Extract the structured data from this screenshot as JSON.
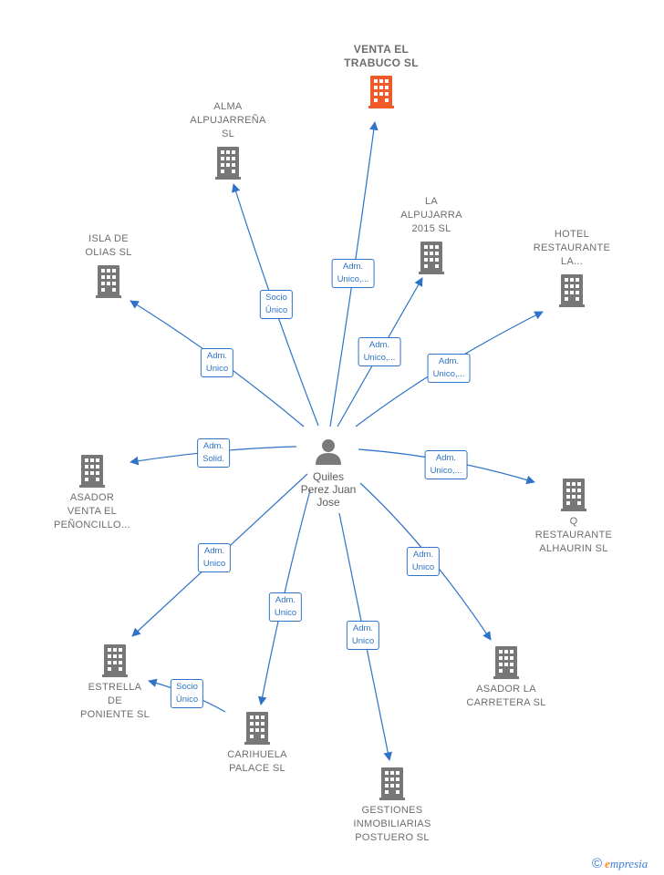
{
  "colors": {
    "edge": "#2e73c7",
    "building": "#777777",
    "main_building": "#f05a28",
    "person": "#7a7a7a"
  },
  "person": {
    "name": "Quiles\nPerez Juan\nJose",
    "icon": "person-icon"
  },
  "companies": [
    {
      "id": "venta",
      "label": "VENTA EL\nTRABUCO  SL",
      "main": true,
      "icon": "building-icon"
    },
    {
      "id": "alma",
      "label": "ALMA\nALPUJARREÑA\nSL",
      "icon": "building-icon"
    },
    {
      "id": "alpujarra",
      "label": "LA\nALPUJARRA\n2015  SL",
      "icon": "building-icon"
    },
    {
      "id": "hotel",
      "label": "HOTEL\nRESTAURANTE\nLA...",
      "icon": "building-icon"
    },
    {
      "id": "isla",
      "label": "ISLA DE\nOLIAS SL",
      "icon": "building-icon"
    },
    {
      "id": "asador_venta",
      "label": "ASADOR\nVENTA EL\nPEÑONCILLO...",
      "icon": "building-icon"
    },
    {
      "id": "q_rest",
      "label": "Q\nRESTAURANTE\nALHAURIN  SL",
      "icon": "building-icon"
    },
    {
      "id": "estrella",
      "label": "ESTRELLA\nDE\nPONIENTE SL",
      "icon": "building-icon"
    },
    {
      "id": "asador_carretera",
      "label": "ASADOR LA\nCARRETERA SL",
      "icon": "building-icon"
    },
    {
      "id": "carihuela",
      "label": "CARIHUELA\nPALACE SL",
      "icon": "building-icon"
    },
    {
      "id": "gestiones",
      "label": "GESTIONES\nINMOBILIARIAS\nPOSTUERO SL",
      "icon": "building-icon"
    }
  ],
  "edges": [
    {
      "to": "venta",
      "label": "Adm.\nUnico,..."
    },
    {
      "to": "alma",
      "label": "Socio\nÚnico"
    },
    {
      "to": "alpujarra",
      "label": "Adm.\nUnico,..."
    },
    {
      "to": "hotel",
      "label": "Adm.\nUnico,..."
    },
    {
      "to": "isla",
      "label": "Adm.\nUnico"
    },
    {
      "to": "asador_venta",
      "label": "Adm.\nSolid."
    },
    {
      "to": "q_rest",
      "label": "Adm.\nUnico,..."
    },
    {
      "to": "estrella",
      "label": "Adm.\nUnico"
    },
    {
      "to": "asador_carretera",
      "label": "Adm.\nUnico"
    },
    {
      "to": "carihuela",
      "label": "Adm.\nUnico"
    },
    {
      "to": "gestiones",
      "label": "Adm.\nUnico"
    },
    {
      "from": "carihuela",
      "to": "estrella",
      "label": "Socio\nÚnico"
    }
  ],
  "brand": {
    "copyright": "©",
    "initial": "e",
    "name": "mpresia"
  }
}
